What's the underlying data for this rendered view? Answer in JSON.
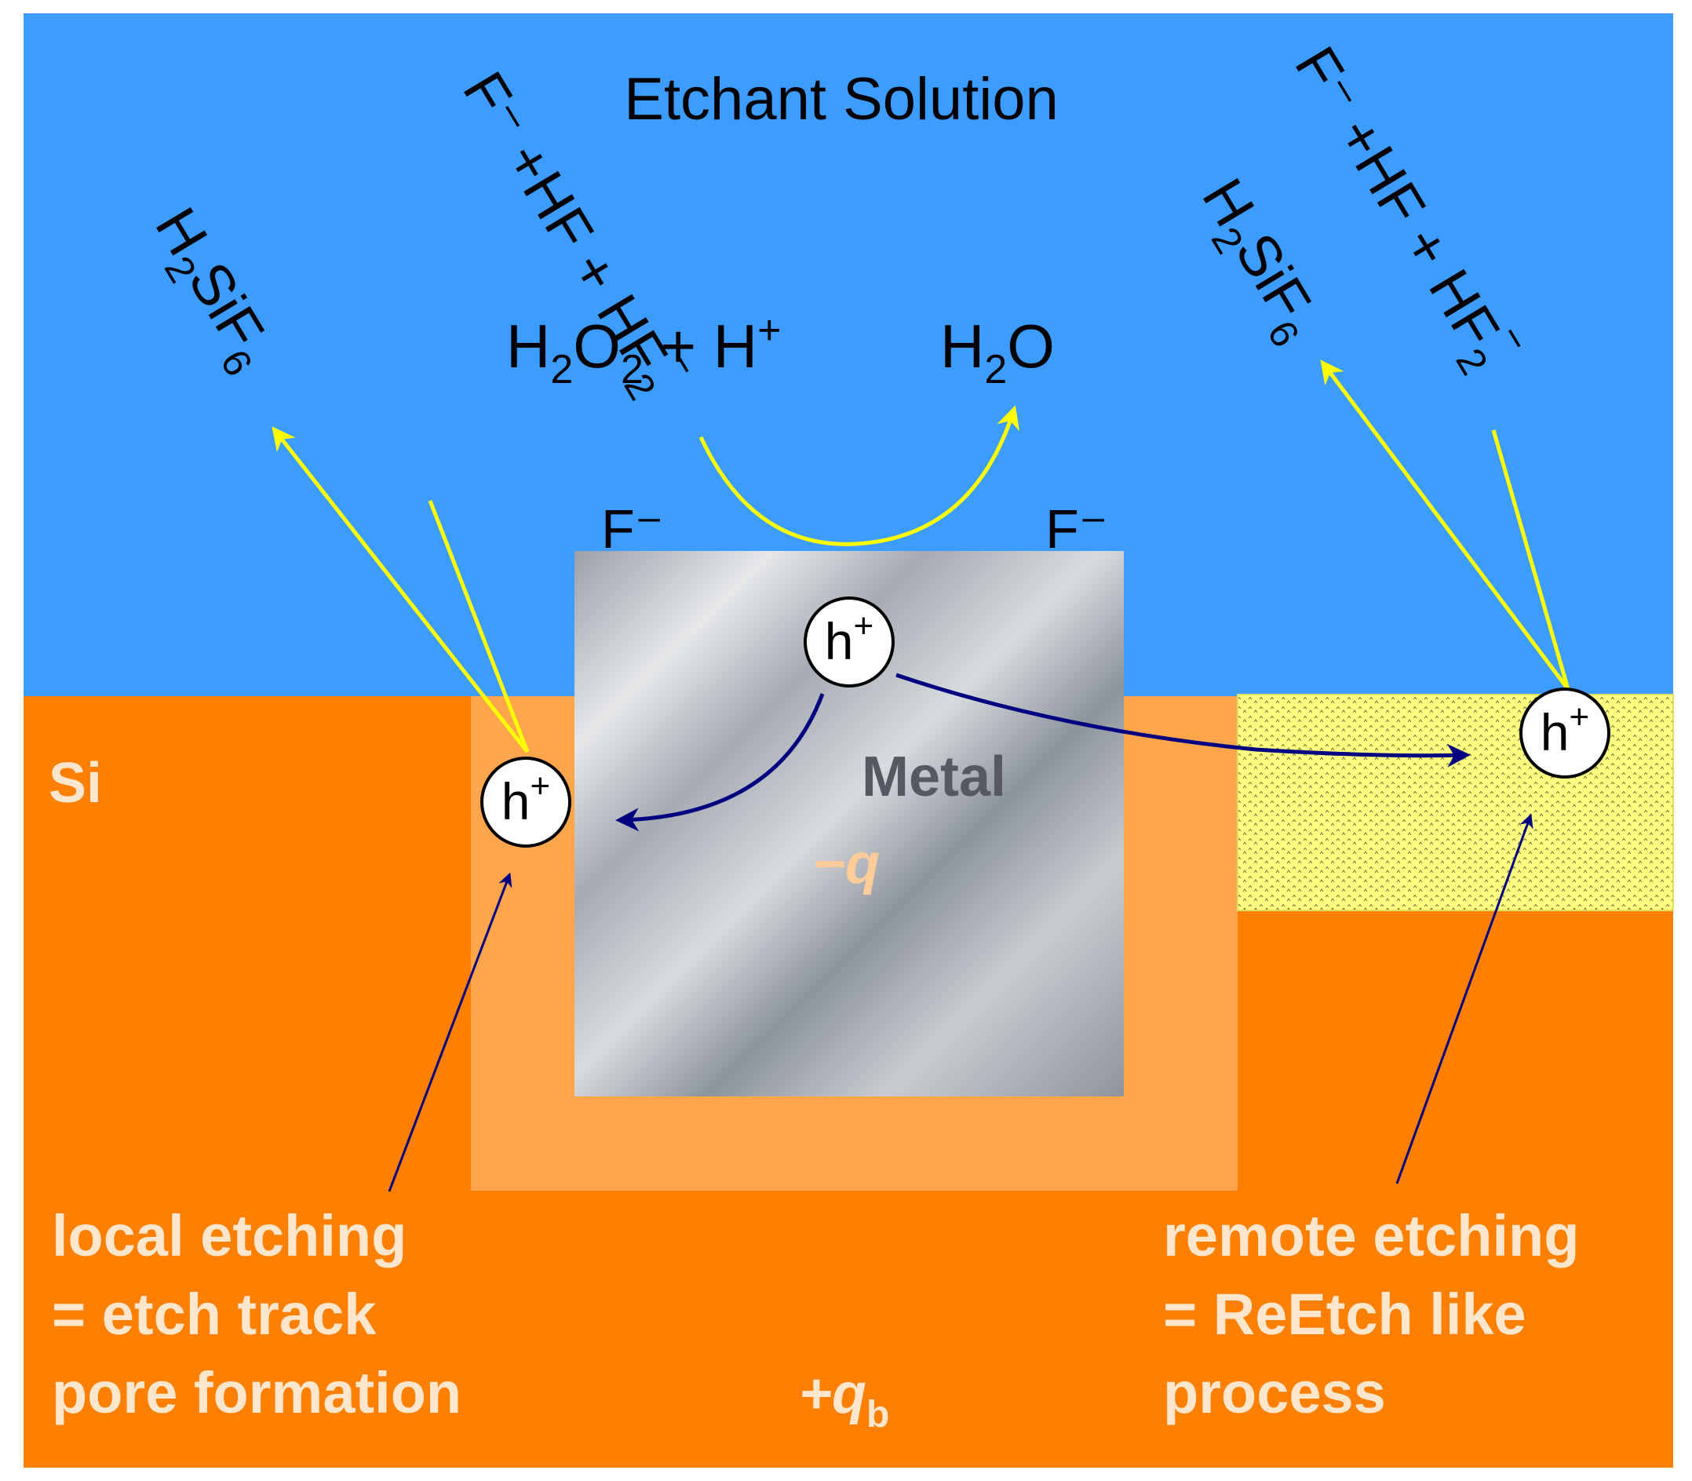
{
  "labels": {
    "etchant_solution": "Etchant Solution",
    "silicon": "Si",
    "metal": "Metal",
    "metal_charge": "−q",
    "bulk_charge_q": "+q",
    "bulk_charge_sub": "b",
    "fluoride_left": "F⁻",
    "fluoride_right": "F⁻",
    "hole_symbol": "h",
    "hole_sup": "+"
  },
  "reaction": {
    "h": "H",
    "sub2": "2",
    "o": "O",
    "plus_h": " + H",
    "sup_plus": "+",
    "water_h": "H",
    "water_sub": "2",
    "water_o": "O"
  },
  "products": {
    "fluoride_hf": "F⁻ +HF + HF",
    "hf2_sub": "2",
    "hf2_charge": "−",
    "h2sif6_h": "H",
    "h2sif6_sub2": "2",
    "h2sif6_sif": "SiF",
    "h2sif6_sub6": "6"
  },
  "captions": {
    "local": [
      "local etching",
      "= etch track",
      "pore formation"
    ],
    "remote": [
      "remote etching",
      "= ReEtch like",
      "process"
    ]
  },
  "colors": {
    "solution": "#3d9cff",
    "silicon": "#ff7f00",
    "depletion": "#ffa64d",
    "remote_zone": "#ffff80",
    "yellow_arrow": "#ffff00",
    "hole_arrow": "#000080",
    "caption_text": "#ffe6cc"
  }
}
